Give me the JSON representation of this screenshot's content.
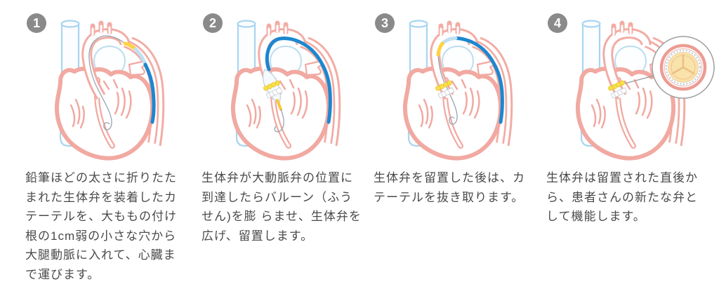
{
  "page": {
    "background": "#ffffff",
    "description": "4-step TAVI (transcatheter aortic valve implantation) procedure infographic"
  },
  "colors": {
    "badge_gray": "#8a8a8a",
    "badge_number": "#ffffff",
    "text_gray": "#4a4a4a",
    "heart_pink": "#F2ACA4",
    "heart_fill": "#ffffff",
    "vein_blue": "#A9D5F0",
    "atrium_blue": "#BBDDF1",
    "catheter_blue": "#1D87CF",
    "catheter_blue_light": "#BFE0F4",
    "catheter_yellow": "#FFD23F",
    "valve_yellow": "#F7E04A",
    "wire_gray": "#98A4B0",
    "inset_ring_pink": "#EC9C93",
    "inset_valve_cream": "#FAE2AB",
    "inset_border_gray": "#9E9E9E"
  },
  "steps": [
    {
      "number": "1",
      "illustration": "heart-catheter-advancing-in-descending-aorta",
      "caption": "鉛筆ほどの太さに折りたた\nまれた生体弁を装着したカ\nテーテルを、大ももの付け\n根の1cm弱の小さな穴から\n大腿動脈に入れて、心臓ま\nで運びます。"
    },
    {
      "number": "2",
      "illustration": "heart-balloon-inflated-at-aortic-valve",
      "caption": "生体弁が大動脈弁の位置に\n到達したらバルーン（ふう\nせん)を膨 らませ、生体弁を\n広げ、留置します。"
    },
    {
      "number": "3",
      "illustration": "heart-catheter-withdrawn-valve-implanted",
      "caption": "生体弁を留置した後は、カ\nテーテルを抜き取ります。"
    },
    {
      "number": "4",
      "illustration": "heart-implanted-valve-with-magnifier-inset",
      "caption": "生体弁は留置された直後か\nら、患者さんの新たな弁と\nして機能します。"
    }
  ]
}
